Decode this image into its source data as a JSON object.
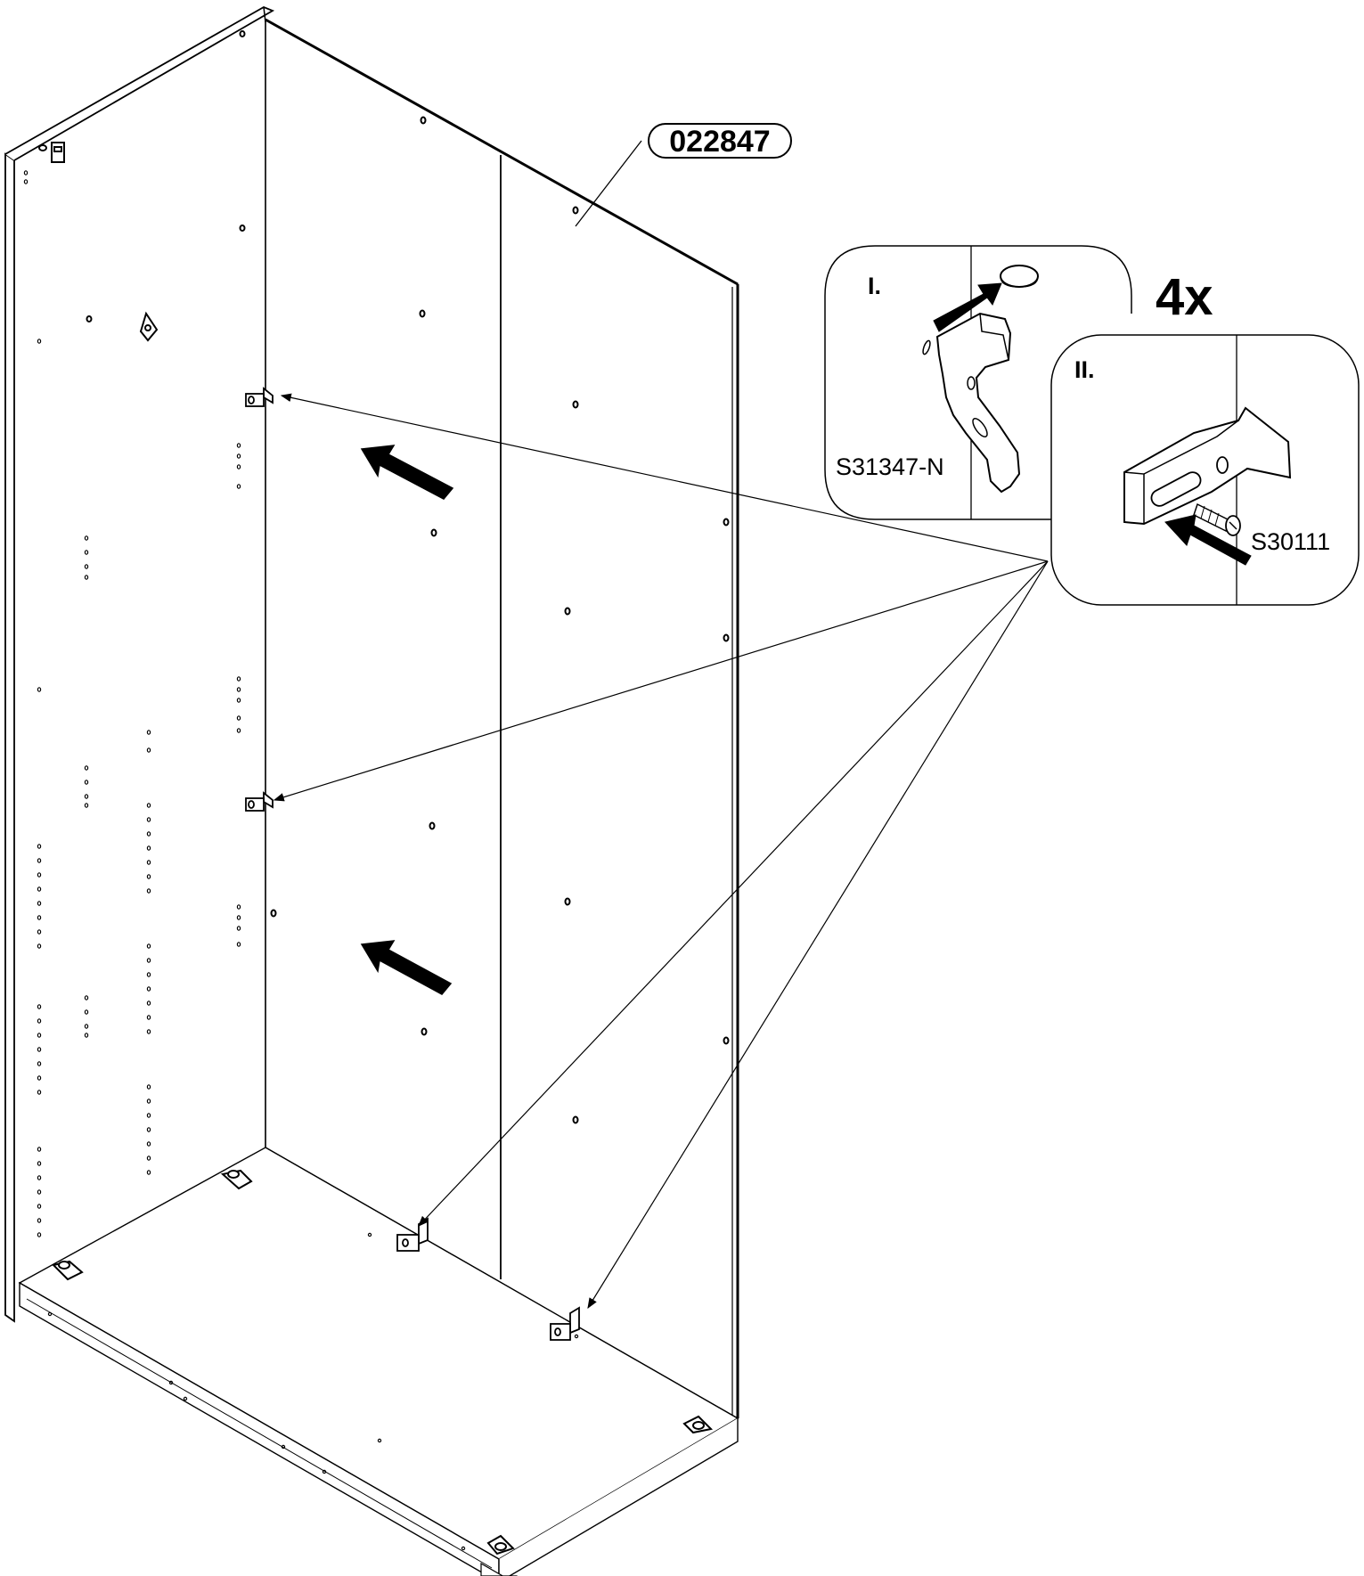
{
  "part_number": "022847",
  "quantity": "4x",
  "step_one": {
    "label": "I.",
    "part_code": "S31347-N"
  },
  "step_two": {
    "label": "II.",
    "part_code": "S30111"
  }
}
